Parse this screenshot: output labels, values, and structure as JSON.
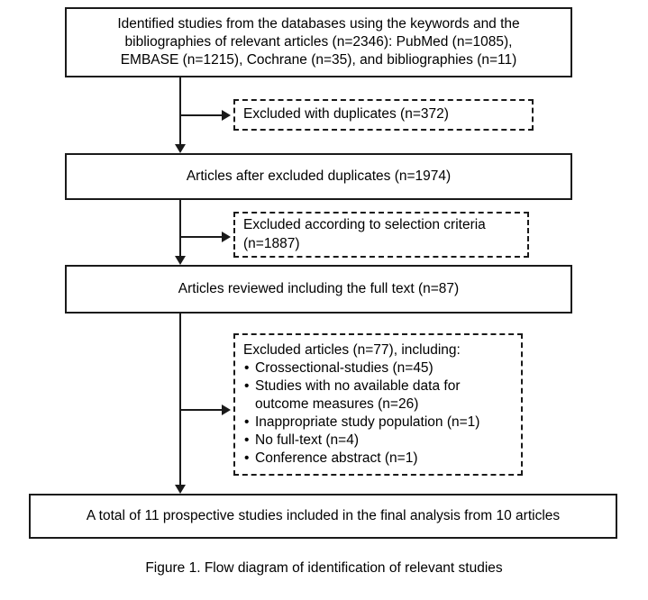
{
  "figure": {
    "caption": "Figure 1.  Flow diagram of identification of relevant studies"
  },
  "flow": {
    "stage1": {
      "line1": "Identified studies from the databases using the keywords and the",
      "line2": "bibliographies of relevant articles (n=2346): PubMed (n=1085),",
      "line3": "EMBASE (n=1215), Cochrane (n=35), and bibliographies (n=11)"
    },
    "exclude1": {
      "line1": "Excluded with duplicates (n=372)"
    },
    "stage2": {
      "line1": "Articles after excluded duplicates (n=1974)"
    },
    "exclude2": {
      "line1": "Excluded according to selection criteria",
      "line2": "(n=1887)"
    },
    "stage3": {
      "line1": "Articles reviewed including the full text (n=87)"
    },
    "exclude3": {
      "heading": "Excluded articles (n=77), including:",
      "items": [
        "Crossectional-studies (n=45)",
        "Studies with no available data for",
        "outcome measures (n=26)",
        "Inappropriate study population (n=1)",
        "No full-text (n=4)",
        "Conference abstract (n=1)"
      ]
    },
    "stage4": {
      "line1": "A total of 11 prospective studies included in the final analysis from 10 articles"
    }
  },
  "colors": {
    "stroke": "#1a1a1a",
    "background": "#ffffff",
    "text": "#000000"
  }
}
